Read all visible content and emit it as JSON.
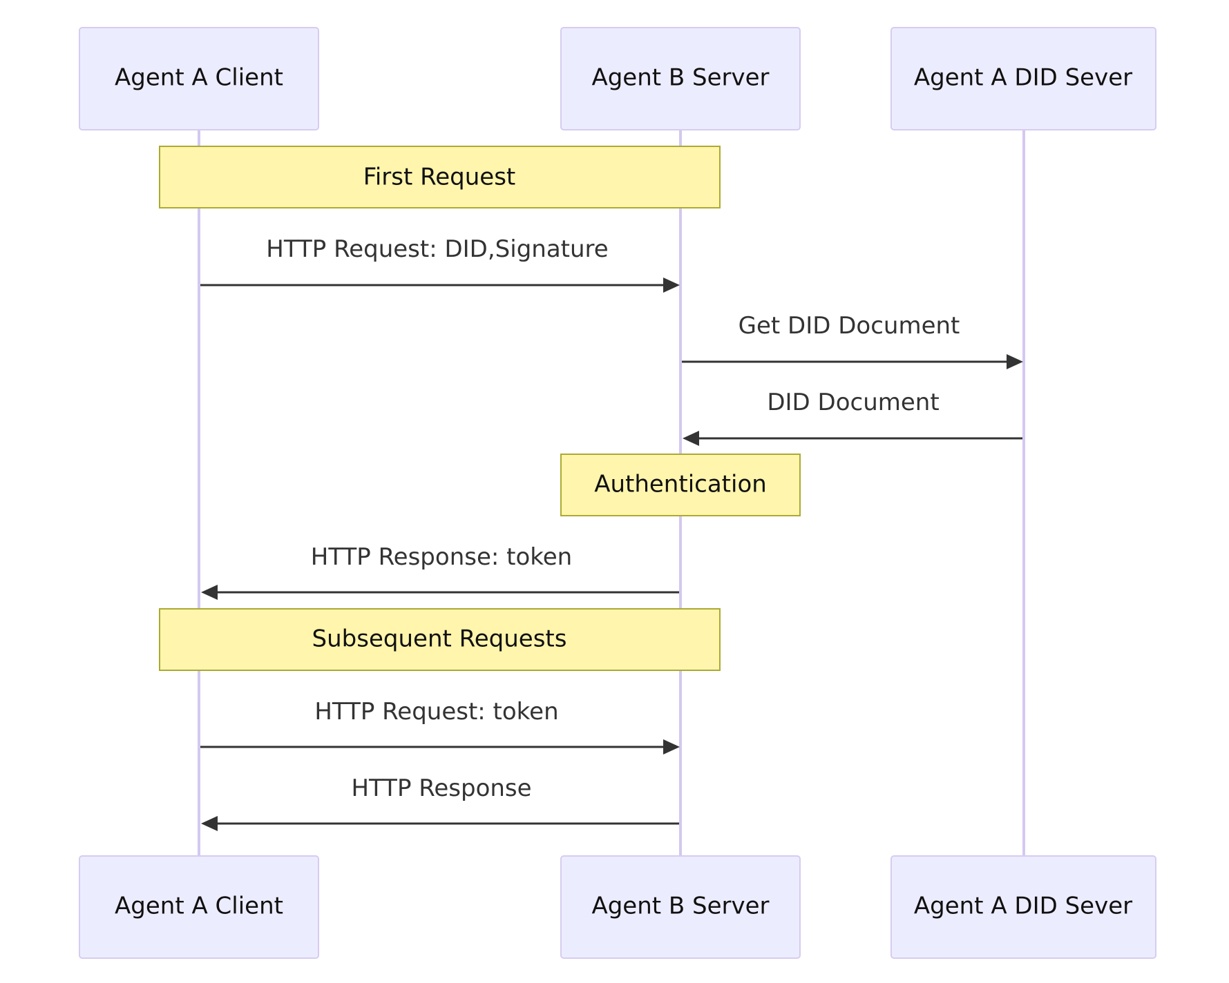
{
  "participants": [
    {
      "id": "a",
      "label": "Agent A Client"
    },
    {
      "id": "b",
      "label": "Agent B Server"
    },
    {
      "id": "c",
      "label": "Agent A DID Sever"
    }
  ],
  "notes": [
    {
      "label": "First Request",
      "over": [
        "a",
        "b"
      ]
    },
    {
      "label": "Authentication",
      "over": [
        "b"
      ]
    },
    {
      "label": "Subsequent Requests",
      "over": [
        "a",
        "b"
      ]
    }
  ],
  "messages": [
    {
      "from": "a",
      "to": "b",
      "label": "HTTP Request: DID,Signature"
    },
    {
      "from": "b",
      "to": "c",
      "label": "Get DID Document"
    },
    {
      "from": "c",
      "to": "b",
      "label": "DID Document"
    },
    {
      "from": "b",
      "to": "a",
      "label": "HTTP Response: token"
    },
    {
      "from": "a",
      "to": "b",
      "label": "HTTP Request: token"
    },
    {
      "from": "b",
      "to": "a",
      "label": "HTTP Response"
    }
  ],
  "colors": {
    "actor_fill": "#ECECFF",
    "actor_border": "#D6CCEF",
    "lifeline": "#D4C8F0",
    "note_fill": "#FFF5AD",
    "note_border": "#AAAA33",
    "arrow": "#333333"
  }
}
